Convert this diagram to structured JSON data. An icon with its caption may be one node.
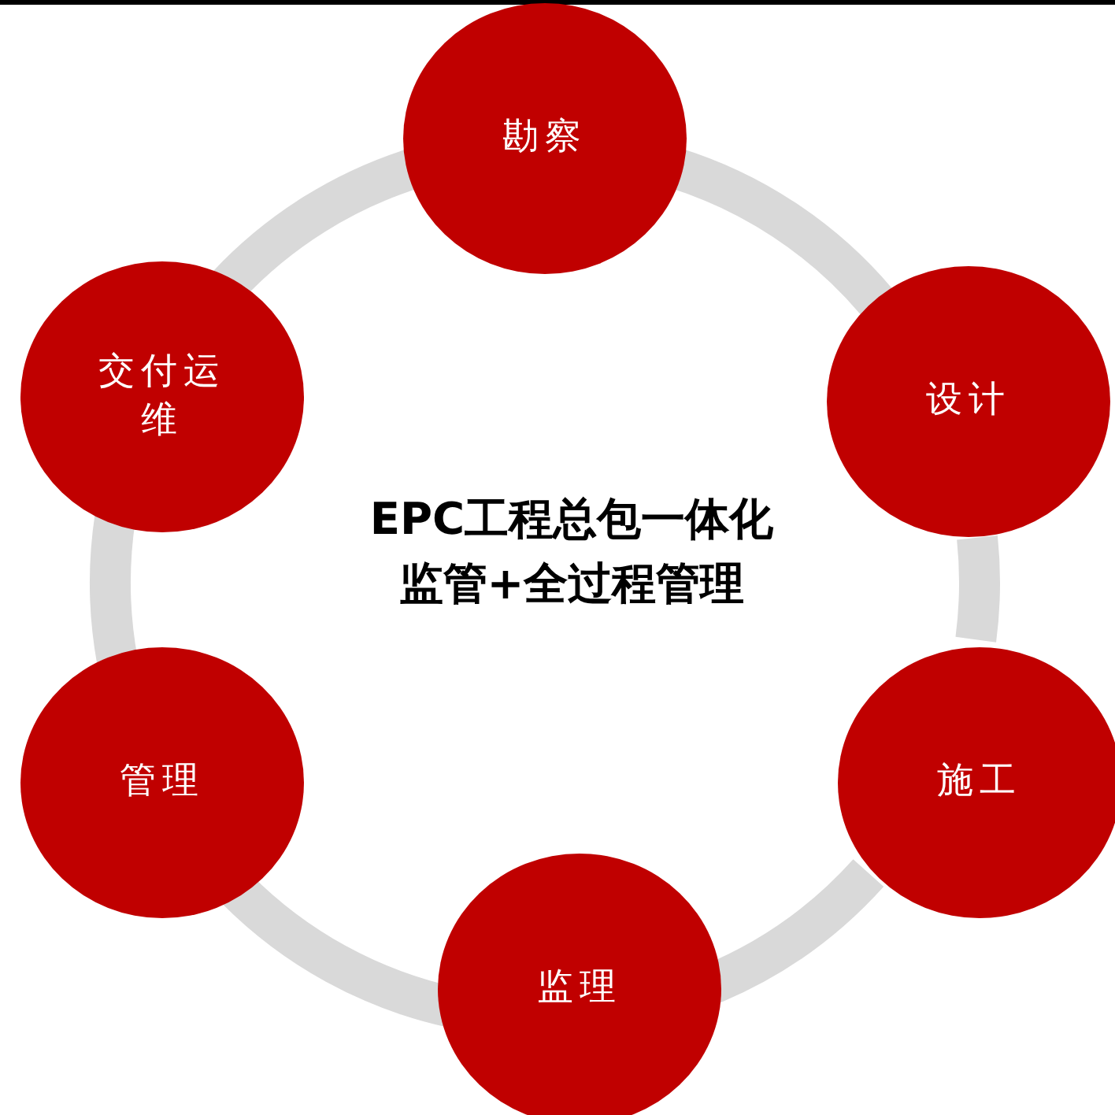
{
  "diagram": {
    "nodes": [
      {
        "text": [
          "勘察"
        ]
      },
      {
        "text": [
          "设计"
        ]
      },
      {
        "text": [
          "施工"
        ]
      },
      {
        "text": [
          "监理"
        ]
      },
      {
        "text": [
          "管理"
        ]
      },
      {
        "text": [
          "交付运维"
        ]
      }
    ],
    "edges": [
      {
        "from": 0,
        "to": 1,
        "arrow": "none"
      },
      {
        "from": 1,
        "to": 2,
        "arrow": "none"
      },
      {
        "from": 2,
        "to": 3,
        "arrow": "none"
      },
      {
        "from": 3,
        "to": 4,
        "arrow": "none"
      },
      {
        "from": 4,
        "to": 5,
        "arrow": "none"
      },
      {
        "from": 5,
        "to": 0,
        "arrow": "none"
      }
    ],
    "labels": [
      "EPC工程总包一体化监管+全过程管理"
    ]
  }
}
